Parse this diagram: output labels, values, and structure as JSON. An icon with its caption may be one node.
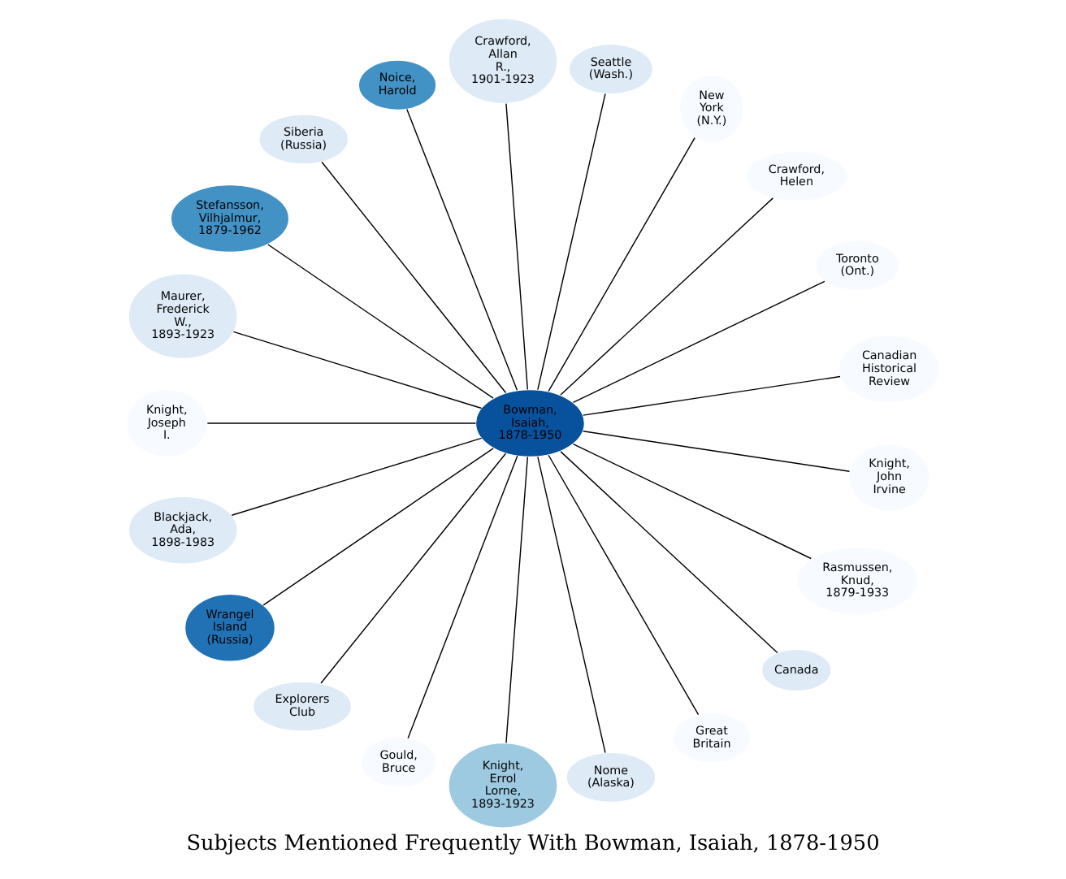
{
  "diagram": {
    "title": "Subjects Mentioned Frequently With Bowman, Isaiah, 1878-1950",
    "nodes": [
      {
        "text": [
          "Canadian Historical Review"
        ]
      },
      {
        "text": [
          "Toronto (Ont.)"
        ]
      },
      {
        "text": [
          "Crawford, Helen"
        ]
      },
      {
        "text": [
          "New York (N.Y.)"
        ]
      },
      {
        "text": [
          "Seattle (Wash.)"
        ]
      },
      {
        "text": [
          "Crawford, Allan R., 1901-1923"
        ]
      },
      {
        "text": [
          "Noice, Harold"
        ]
      },
      {
        "text": [
          "Siberia (Russia)"
        ]
      },
      {
        "text": [
          "Stefansson, Vilhjalmur, 1879-1962"
        ]
      },
      {
        "text": [
          "Maurer, Frederick W., 1893-1923"
        ]
      },
      {
        "text": [
          "Bowman, Isaiah, 1878-1950"
        ]
      },
      {
        "text": [
          "Knight, Joseph I."
        ]
      },
      {
        "text": [
          "Blackjack, Ada, 1898-1983"
        ]
      },
      {
        "text": [
          "Wrangel Island (Russia)"
        ]
      },
      {
        "text": [
          "Explorers Club"
        ]
      },
      {
        "text": [
          "Gould, Bruce"
        ]
      },
      {
        "text": [
          "Knight, Errol Lorne, 1893-1923"
        ]
      },
      {
        "text": [
          "Nome (Alaska)"
        ]
      },
      {
        "text": [
          "Great Britain"
        ]
      },
      {
        "text": [
          "Canada"
        ]
      },
      {
        "text": [
          "Rasmussen, Knud, 1879-1933"
        ]
      },
      {
        "text": [
          "Knight, John Irvine"
        ]
      }
    ],
    "edges": [
      {
        "from": 10,
        "to": 0,
        "arrow": "none"
      },
      {
        "from": 10,
        "to": 1,
        "arrow": "none"
      },
      {
        "from": 10,
        "to": 2,
        "arrow": "none"
      },
      {
        "from": 10,
        "to": 3,
        "arrow": "none"
      },
      {
        "from": 10,
        "to": 4,
        "arrow": "none"
      },
      {
        "from": 10,
        "to": 5,
        "arrow": "none"
      },
      {
        "from": 10,
        "to": 6,
        "arrow": "none"
      },
      {
        "from": 10,
        "to": 7,
        "arrow": "none"
      },
      {
        "from": 10,
        "to": 8,
        "arrow": "none"
      },
      {
        "from": 10,
        "to": 9,
        "arrow": "none"
      },
      {
        "from": 10,
        "to": 11,
        "arrow": "none"
      },
      {
        "from": 10,
        "to": 12,
        "arrow": "none"
      },
      {
        "from": 10,
        "to": 13,
        "arrow": "none"
      },
      {
        "from": 10,
        "to": 14,
        "arrow": "none"
      },
      {
        "from": 10,
        "to": 15,
        "arrow": "none"
      },
      {
        "from": 10,
        "to": 16,
        "arrow": "none"
      },
      {
        "from": 10,
        "to": 17,
        "arrow": "none"
      },
      {
        "from": 10,
        "to": 18,
        "arrow": "none"
      },
      {
        "from": 10,
        "to": 19,
        "arrow": "none"
      },
      {
        "from": 10,
        "to": 20,
        "arrow": "none"
      },
      {
        "from": 10,
        "to": 21,
        "arrow": "none"
      }
    ]
  }
}
